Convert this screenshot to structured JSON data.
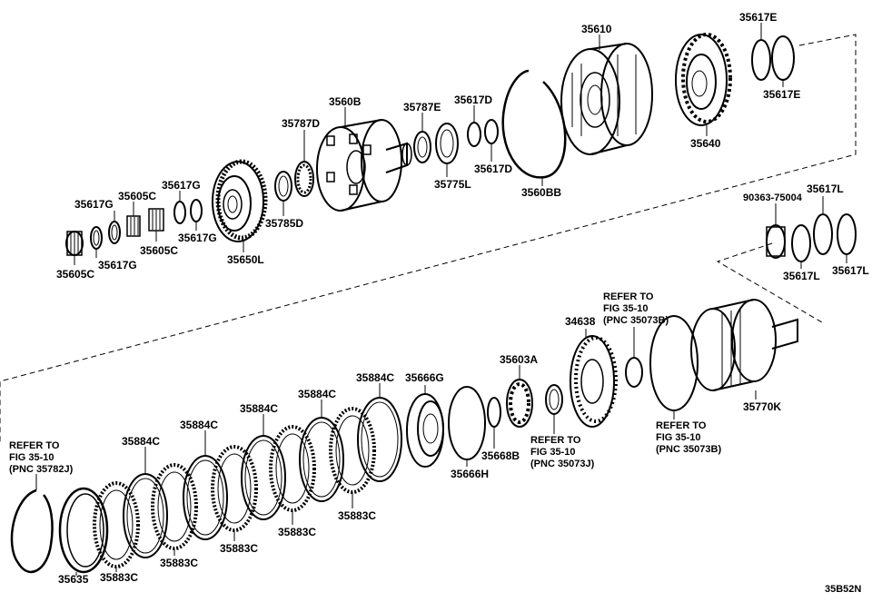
{
  "diagram_code": "35B52N",
  "labels": [
    {
      "id": "35617E_a",
      "text": "35617E"
    },
    {
      "id": "35617E_b",
      "text": "35617E"
    },
    {
      "id": "35610",
      "text": "35610"
    },
    {
      "id": "35640",
      "text": "35640"
    },
    {
      "id": "3560B",
      "text": "3560B"
    },
    {
      "id": "35787D",
      "text": "35787D"
    },
    {
      "id": "35787E",
      "text": "35787E"
    },
    {
      "id": "35617D_a",
      "text": "35617D"
    },
    {
      "id": "35617D_b",
      "text": "35617D"
    },
    {
      "id": "35775L",
      "text": "35775L"
    },
    {
      "id": "3560BB",
      "text": "3560BB"
    },
    {
      "id": "35785D",
      "text": "35785D"
    },
    {
      "id": "35650L",
      "text": "35650L"
    },
    {
      "id": "35617G_a",
      "text": "35617G"
    },
    {
      "id": "35617G_b",
      "text": "35617G"
    },
    {
      "id": "35617G_c",
      "text": "35617G"
    },
    {
      "id": "35617G_d",
      "text": "35617G"
    },
    {
      "id": "35605C_a",
      "text": "35605C"
    },
    {
      "id": "35605C_b",
      "text": "35605C"
    },
    {
      "id": "35605C_c",
      "text": "35605C"
    },
    {
      "id": "90363-75004",
      "text": "90363-75004"
    },
    {
      "id": "35617L_a",
      "text": "35617L"
    },
    {
      "id": "35617L_b",
      "text": "35617L"
    },
    {
      "id": "35617L_c",
      "text": "35617L"
    },
    {
      "id": "34638",
      "text": "34638"
    },
    {
      "id": "35770K",
      "text": "35770K"
    },
    {
      "id": "35603A",
      "text": "35603A"
    },
    {
      "id": "35666G",
      "text": "35666G"
    },
    {
      "id": "35666H",
      "text": "35666H"
    },
    {
      "id": "35668B",
      "text": "35668B"
    },
    {
      "id": "35884C_a",
      "text": "35884C"
    },
    {
      "id": "35884C_b",
      "text": "35884C"
    },
    {
      "id": "35884C_c",
      "text": "35884C"
    },
    {
      "id": "35884C_d",
      "text": "35884C"
    },
    {
      "id": "35884C_e",
      "text": "35884C"
    },
    {
      "id": "35883C_a",
      "text": "35883C"
    },
    {
      "id": "35883C_b",
      "text": "35883C"
    },
    {
      "id": "35883C_c",
      "text": "35883C"
    },
    {
      "id": "35883C_d",
      "text": "35883C"
    },
    {
      "id": "35883C_e",
      "text": "35883C"
    },
    {
      "id": "35635",
      "text": "35635"
    }
  ],
  "refer_notes": [
    {
      "id": "ref_top",
      "lines": [
        "REFER TO",
        "FIG 35-10",
        "(PNC 35073B)"
      ]
    },
    {
      "id": "ref_right",
      "lines": [
        "REFER TO",
        "FIG 35-10",
        "(PNC 35073B)"
      ]
    },
    {
      "id": "ref_mid",
      "lines": [
        "REFER TO",
        "FIG 35-10",
        "(PNC 35073J)"
      ]
    },
    {
      "id": "ref_left",
      "lines": [
        "REFER TO",
        "FIG 35-10",
        "(PNC 35782J)"
      ]
    }
  ]
}
